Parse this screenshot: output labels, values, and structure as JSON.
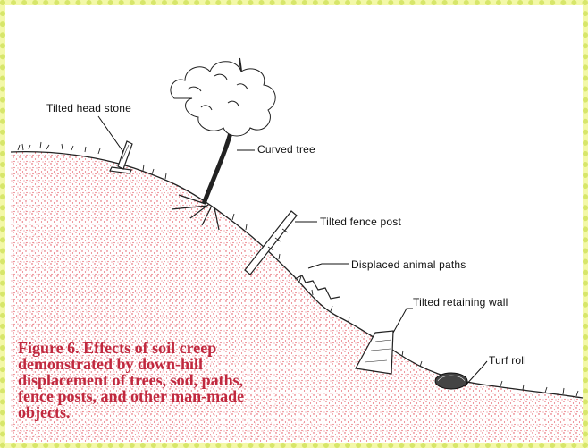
{
  "labels": {
    "head_stone": "Tilted head stone",
    "curved_tree": "Curved tree",
    "fence_post": "Tilted fence post",
    "animal_paths": "Displaced animal paths",
    "retaining_wall": "Tilted retaining wall",
    "turf_roll": "Turf roll"
  },
  "caption": "Figure 6. Effects of soil creep demonstrated by down-hill displacement of trees, sod, paths, fence posts, and other man-made objects.",
  "colors": {
    "soil_stipple": "#e0434f",
    "caption": "#c0283e",
    "frame": "#f3f8a8"
  }
}
